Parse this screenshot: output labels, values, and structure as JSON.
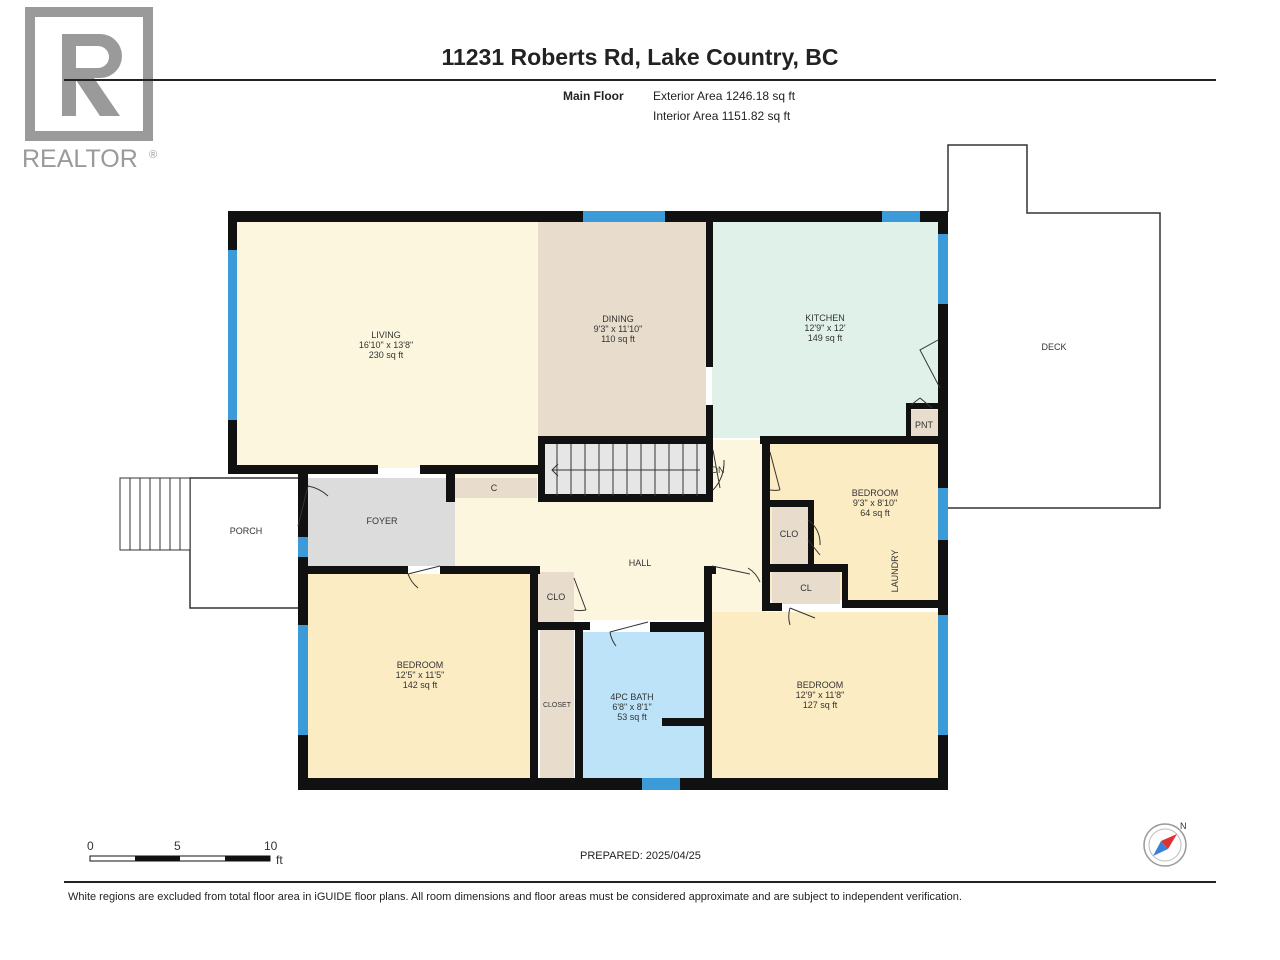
{
  "header": {
    "title": "11231 Roberts Rd, Lake Country, BC",
    "floor": "Main Floor",
    "exterior_area": "Exterior Area 1246.18 sq ft",
    "interior_area": "Interior Area 1151.82 sq ft"
  },
  "logo": {
    "text": "REALTOR®"
  },
  "rooms": {
    "living": {
      "name": "LIVING",
      "dims": "16'10\" x 13'8\"",
      "area": "230 sq ft"
    },
    "dining": {
      "name": "DINING",
      "dims": "9'3\" x 11'10\"",
      "area": "110 sq ft"
    },
    "kitchen": {
      "name": "KITCHEN",
      "dims": "12'9\" x 12'",
      "area": "149 sq ft"
    },
    "deck": {
      "name": "DECK"
    },
    "pnt": {
      "name": "PNT"
    },
    "stairs": {
      "name": "DN"
    },
    "closet_c": {
      "name": "C"
    },
    "foyer": {
      "name": "FOYER"
    },
    "porch": {
      "name": "PORCH"
    },
    "hall": {
      "name": "HALL"
    },
    "bedroom_ne": {
      "name": "BEDROOM",
      "dims": "9'3\" x 8'10\"",
      "area": "64 sq ft"
    },
    "laundry": {
      "name": "LAUNDRY"
    },
    "clo_ne": {
      "name": "CLO"
    },
    "cl": {
      "name": "CL"
    },
    "clo_hall": {
      "name": "CLO"
    },
    "closet": {
      "name": "CLOSET"
    },
    "bedroom_w": {
      "name": "BEDROOM",
      "dims": "12'5\" x 11'5\"",
      "area": "142 sq ft"
    },
    "bath": {
      "name": "4PC BATH",
      "dims": "6'8\" x 8'1\"",
      "area": "53 sq ft"
    },
    "bedroom_se": {
      "name": "BEDROOM",
      "dims": "12'9\" x 11'8\"",
      "area": "127 sq ft"
    }
  },
  "scale": {
    "labels": [
      "0",
      "5",
      "10"
    ],
    "unit": "ft"
  },
  "compass": {
    "label": "N"
  },
  "prepared": "PREPARED: 2025/04/25",
  "disclaimer": "White regions are excluded from total floor area in iGUIDE floor plans. All room dimensions and floor areas must be considered approximate and are subject to independent verification.",
  "colors": {
    "wall": "#111111",
    "window": "#3a9bd8",
    "living": "#fdf6de",
    "dining": "#e8ddcc",
    "kitchen": "#e0f1e9",
    "bath": "#bde3f8",
    "bedroom": "#fbecc4",
    "foyer": "#dcdcdc",
    "closet": "#e8ddcc",
    "hall": "#fdf6de"
  }
}
